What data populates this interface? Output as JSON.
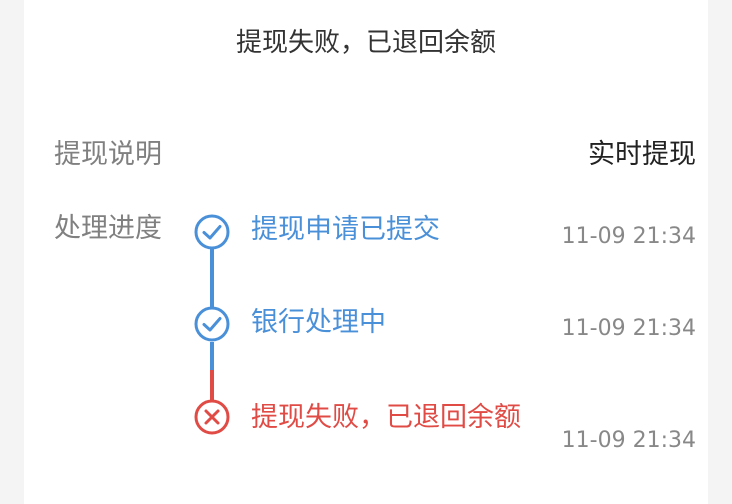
{
  "status_title": "提现失败，已退回余额",
  "explain": {
    "label": "提现说明",
    "value": "实时提现"
  },
  "progress": {
    "label": "处理进度",
    "steps": [
      {
        "text": "提现申请已提交",
        "time": "11-09 21:34",
        "state": "done",
        "icon": "check-circle-icon"
      },
      {
        "text": "银行处理中",
        "time": "11-09 21:34",
        "state": "done",
        "icon": "check-circle-icon"
      },
      {
        "text": "提现失败，已退回余额",
        "time": "11-09 21:34",
        "state": "failed",
        "icon": "x-circle-icon"
      }
    ]
  },
  "colors": {
    "done": "#4a90d9",
    "failed": "#e04b45",
    "label": "#808080",
    "value": "#222222",
    "time": "#888888"
  }
}
